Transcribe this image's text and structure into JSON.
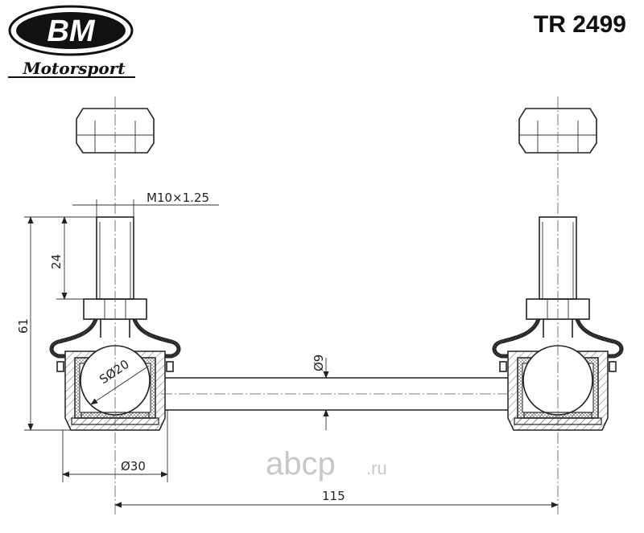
{
  "logo": {
    "brand": "BM",
    "subtitle": "Motorsport"
  },
  "part_number": "TR 2499",
  "dimensions": {
    "thread": "M10×1.25",
    "thread_length": "24",
    "height": "61",
    "ball": "SØ20",
    "rod": "Ø9",
    "housing": "Ø30",
    "length": "115"
  },
  "watermark": {
    "name": "abcp",
    "domain": ".ru"
  },
  "colors": {
    "line": "#222222",
    "watermark": "#c8c8c8"
  }
}
